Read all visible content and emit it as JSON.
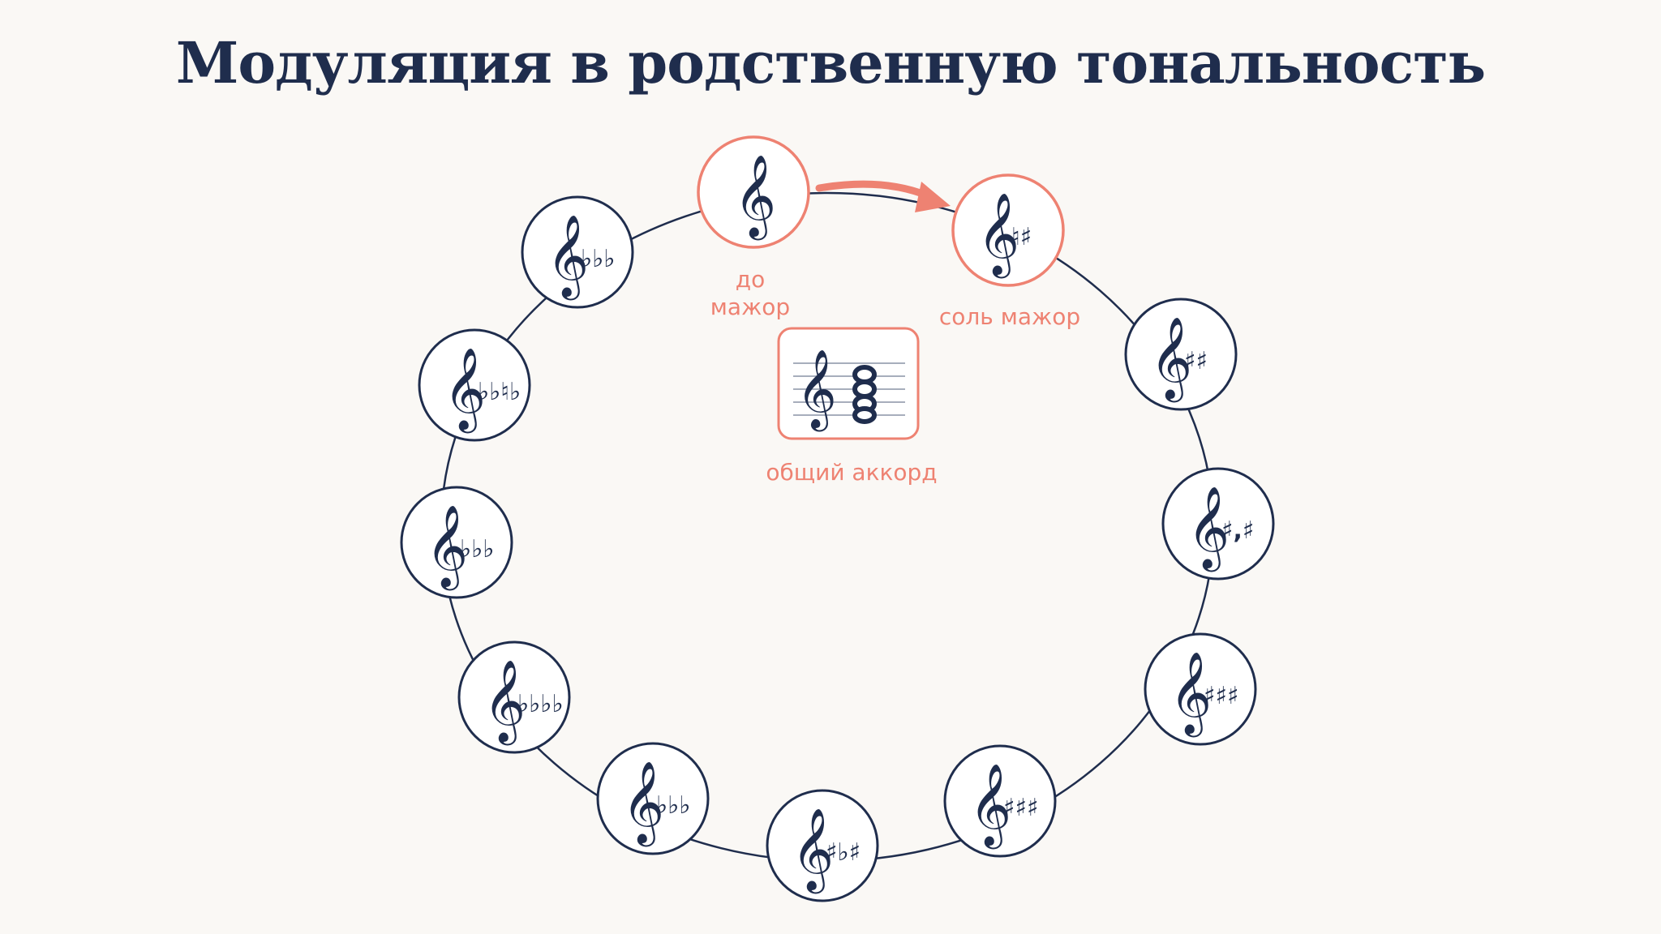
{
  "title": "Модуляция в родственную тональность",
  "colors": {
    "navy": "#1f2d4d",
    "accent": "#ee8272",
    "background": "#faf8f5",
    "circle_fill": "#ffffff"
  },
  "labels": {
    "c_major_line1": "до",
    "c_major_line2": "мажор",
    "g_major": "соль мажор",
    "common_chord": "общий аккорд"
  },
  "keys": [
    {
      "id": "c-major",
      "accidentals": "",
      "highlight": true
    },
    {
      "id": "g-major",
      "accidentals": "♮♯",
      "highlight": true
    },
    {
      "id": "key-r1",
      "accidentals": "♯♯",
      "highlight": false
    },
    {
      "id": "key-r2",
      "accidentals": "♯,♯",
      "highlight": false
    },
    {
      "id": "key-r3",
      "accidentals": "♯♯♯",
      "highlight": false
    },
    {
      "id": "key-r4",
      "accidentals": "♯♯♯",
      "highlight": false
    },
    {
      "id": "key-bottom",
      "accidentals": "♯♭♯",
      "highlight": false
    },
    {
      "id": "key-l5",
      "accidentals": "♭♭♭",
      "highlight": false
    },
    {
      "id": "key-l4",
      "accidentals": "♭♭♭♭",
      "highlight": false
    },
    {
      "id": "key-l3",
      "accidentals": "♭♭♭",
      "highlight": false
    },
    {
      "id": "key-l2",
      "accidentals": "♭♭♮♭",
      "highlight": false
    },
    {
      "id": "key-l1",
      "accidentals": "♭♭♭",
      "highlight": false
    }
  ],
  "icons": {
    "clef": "treble-clef-icon",
    "arrow": "modulation-arrow-icon",
    "chord": "common-chord-icon"
  }
}
